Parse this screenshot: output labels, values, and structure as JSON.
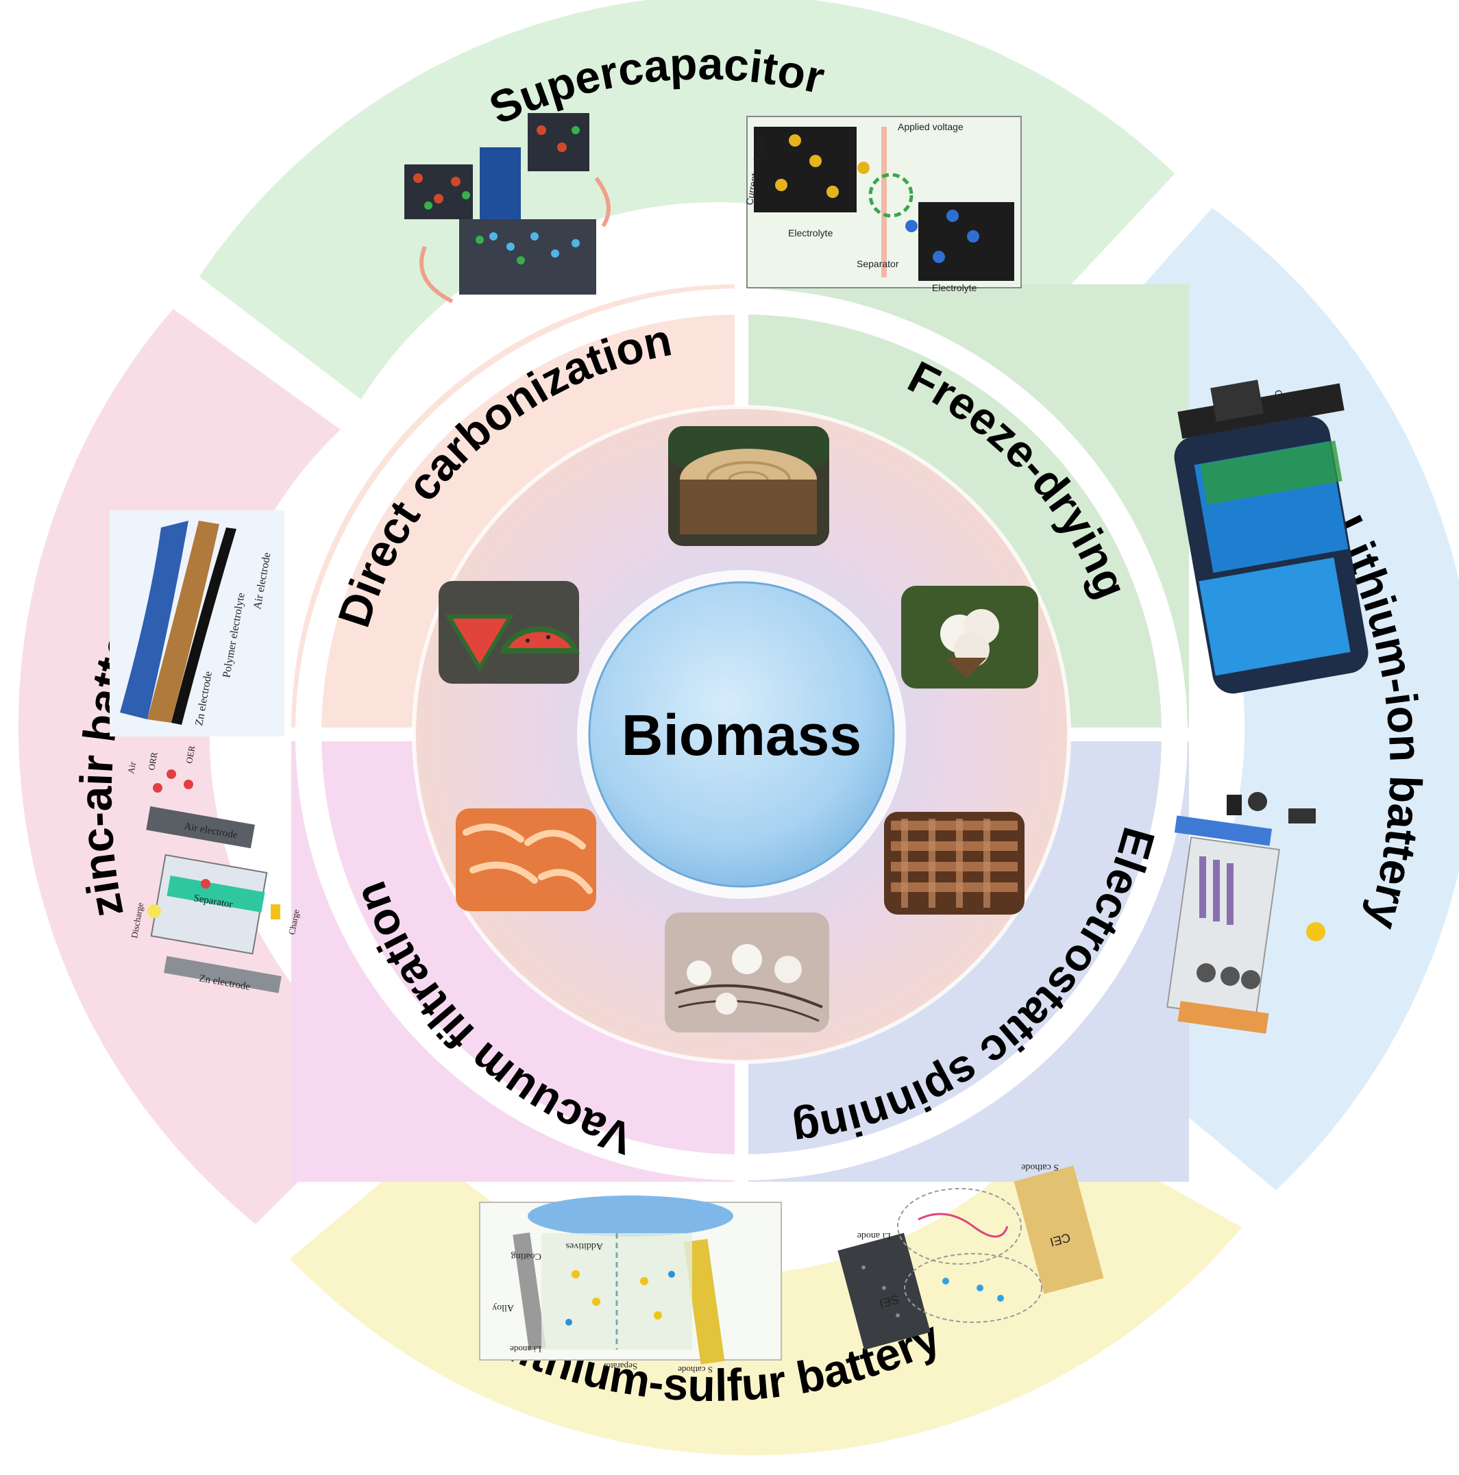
{
  "center": {
    "label": "Biomass"
  },
  "inner_ring": [
    {
      "id": "direct",
      "label": "Direct carbonization",
      "color": "#fbe3dc"
    },
    {
      "id": "freeze",
      "label": "Freeze-drying",
      "color": "#d5ead2"
    },
    {
      "id": "electro",
      "label": "Electrostatic spinning",
      "color": "#d8def1"
    },
    {
      "id": "vacuum",
      "label": "Vacuum filtration",
      "color": "#f6d9f0"
    }
  ],
  "outer_ring": [
    {
      "id": "supercap",
      "label": "Supercapacitor",
      "color": "#dbf1dc"
    },
    {
      "id": "liion",
      "label": "Lithium-ion battery",
      "color": "#dcedf9"
    },
    {
      "id": "lis",
      "label": "lithium-sulfur battery",
      "color": "#faf4c9"
    },
    {
      "id": "znair",
      "label": "zinc-air battery",
      "color": "#f9dde6"
    }
  ],
  "biomass_tiles": [
    {
      "name": "tree-stump-image"
    },
    {
      "name": "cotton-boll-image"
    },
    {
      "name": "woven-fabric-image"
    },
    {
      "name": "cotton-branch-image"
    },
    {
      "name": "shrimp-image"
    },
    {
      "name": "watermelon-image"
    }
  ],
  "insets": {
    "supercap": {
      "applied_voltage": "Applied voltage",
      "current_collector": "Current collector",
      "electrolyte": "Electrolyte",
      "separator": "Separator"
    },
    "liion": {
      "charge": "Charge"
    },
    "znair": {
      "air_electrode": "Air electrode",
      "polymer_electrolyte": "Polymer electrolyte",
      "zn_electrode": "Zn electrode",
      "separator": "Separator",
      "discharge": "Discharge",
      "charge": "Charge",
      "oer": "OER",
      "orr": "ORR",
      "air": "Air"
    },
    "lis": {
      "li_anode": "Li anode",
      "s_cathode": "S cathode",
      "separator": "Separator",
      "sei": "SEI",
      "cei": "CEI",
      "coating": "Coating",
      "alloy": "Alloy",
      "additives": "Additives"
    }
  }
}
